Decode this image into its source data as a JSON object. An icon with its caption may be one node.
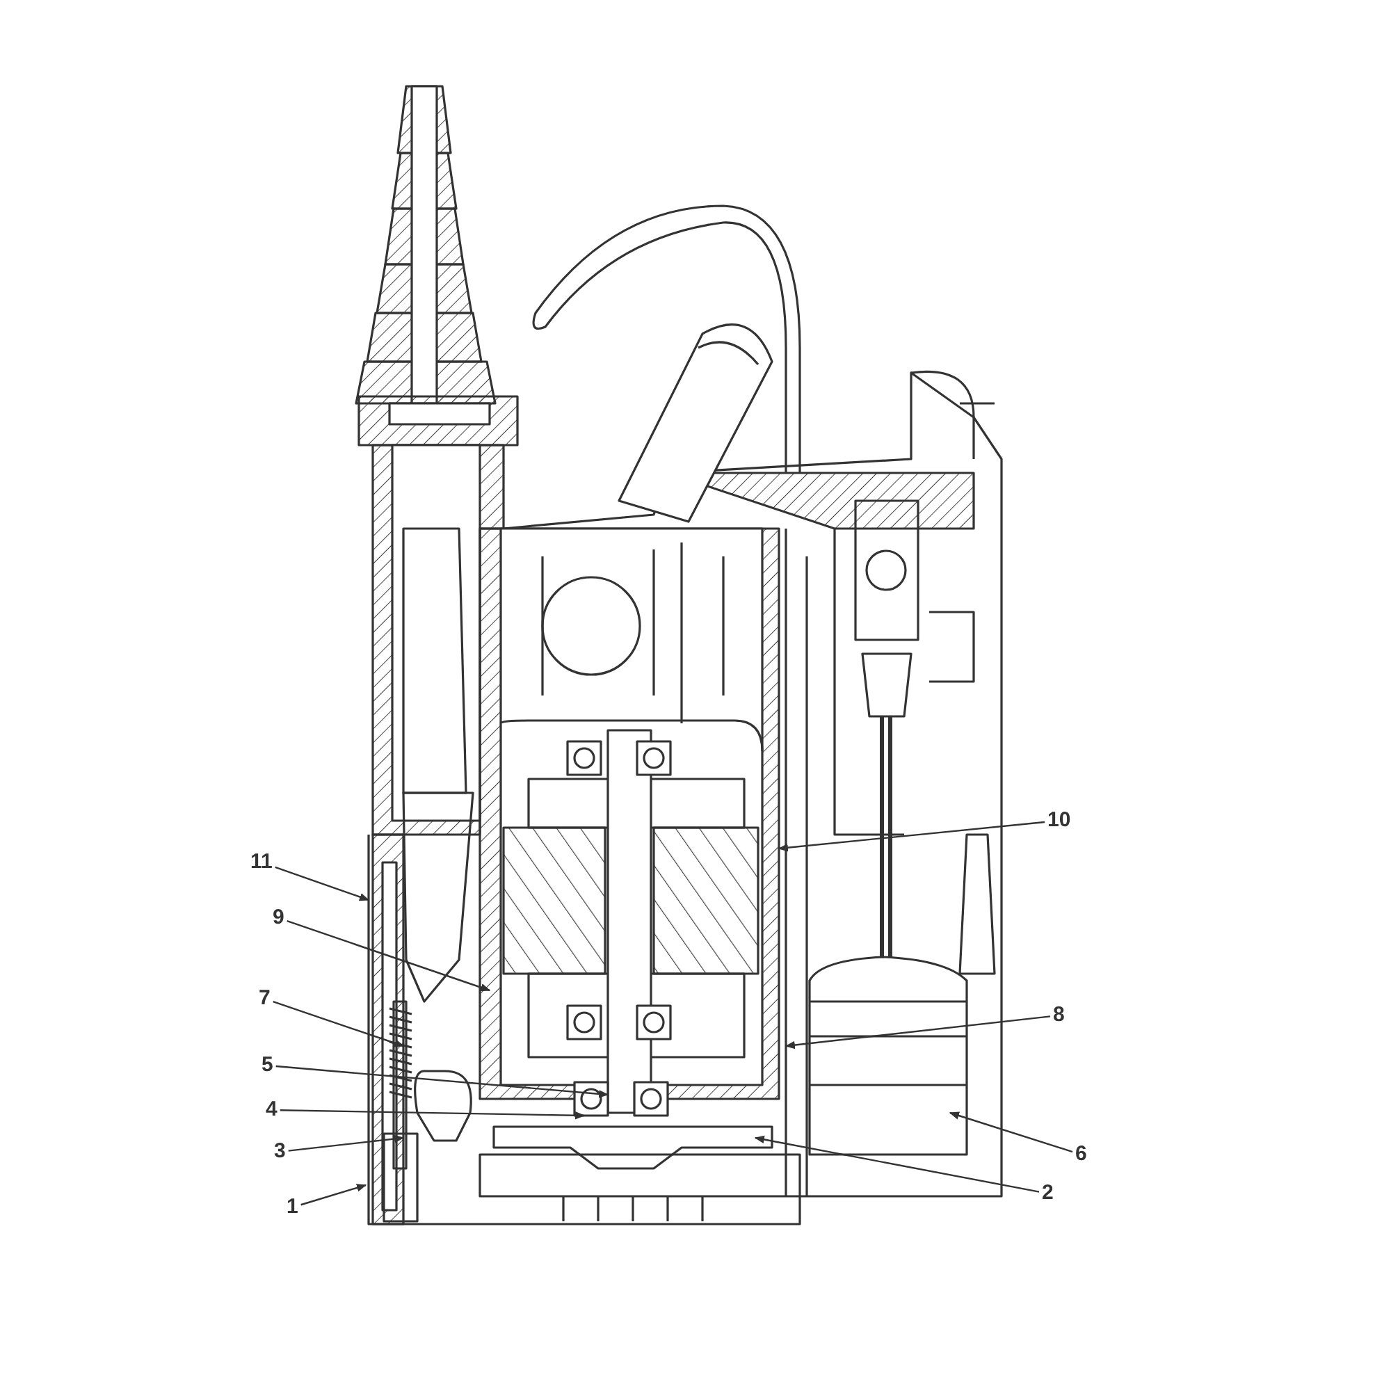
{
  "diagram": {
    "nodes": [
      {
        "text": [
          "11"
        ]
      },
      {
        "text": [
          "9"
        ]
      },
      {
        "text": [
          "7"
        ]
      },
      {
        "text": [
          "5"
        ]
      },
      {
        "text": [
          "4"
        ]
      },
      {
        "text": [
          "3"
        ]
      },
      {
        "text": [
          "1"
        ]
      },
      {
        "text": [
          "10"
        ]
      },
      {
        "text": [
          "8"
        ]
      },
      {
        "text": [
          "6"
        ]
      },
      {
        "text": [
          "2"
        ]
      }
    ],
    "edges": [
      {
        "from": 0,
        "to": null,
        "arrow": "to"
      },
      {
        "from": 1,
        "to": null,
        "arrow": "to"
      },
      {
        "from": 2,
        "to": null,
        "arrow": "to"
      },
      {
        "from": 3,
        "to": null,
        "arrow": "to"
      },
      {
        "from": 4,
        "to": null,
        "arrow": "to"
      },
      {
        "from": 5,
        "to": null,
        "arrow": "to"
      },
      {
        "from": 6,
        "to": null,
        "arrow": "to"
      },
      {
        "from": 7,
        "to": null,
        "arrow": "to"
      },
      {
        "from": 8,
        "to": null,
        "arrow": "to"
      },
      {
        "from": 9,
        "to": null,
        "arrow": "to"
      },
      {
        "from": 10,
        "to": null,
        "arrow": "to"
      }
    ]
  }
}
